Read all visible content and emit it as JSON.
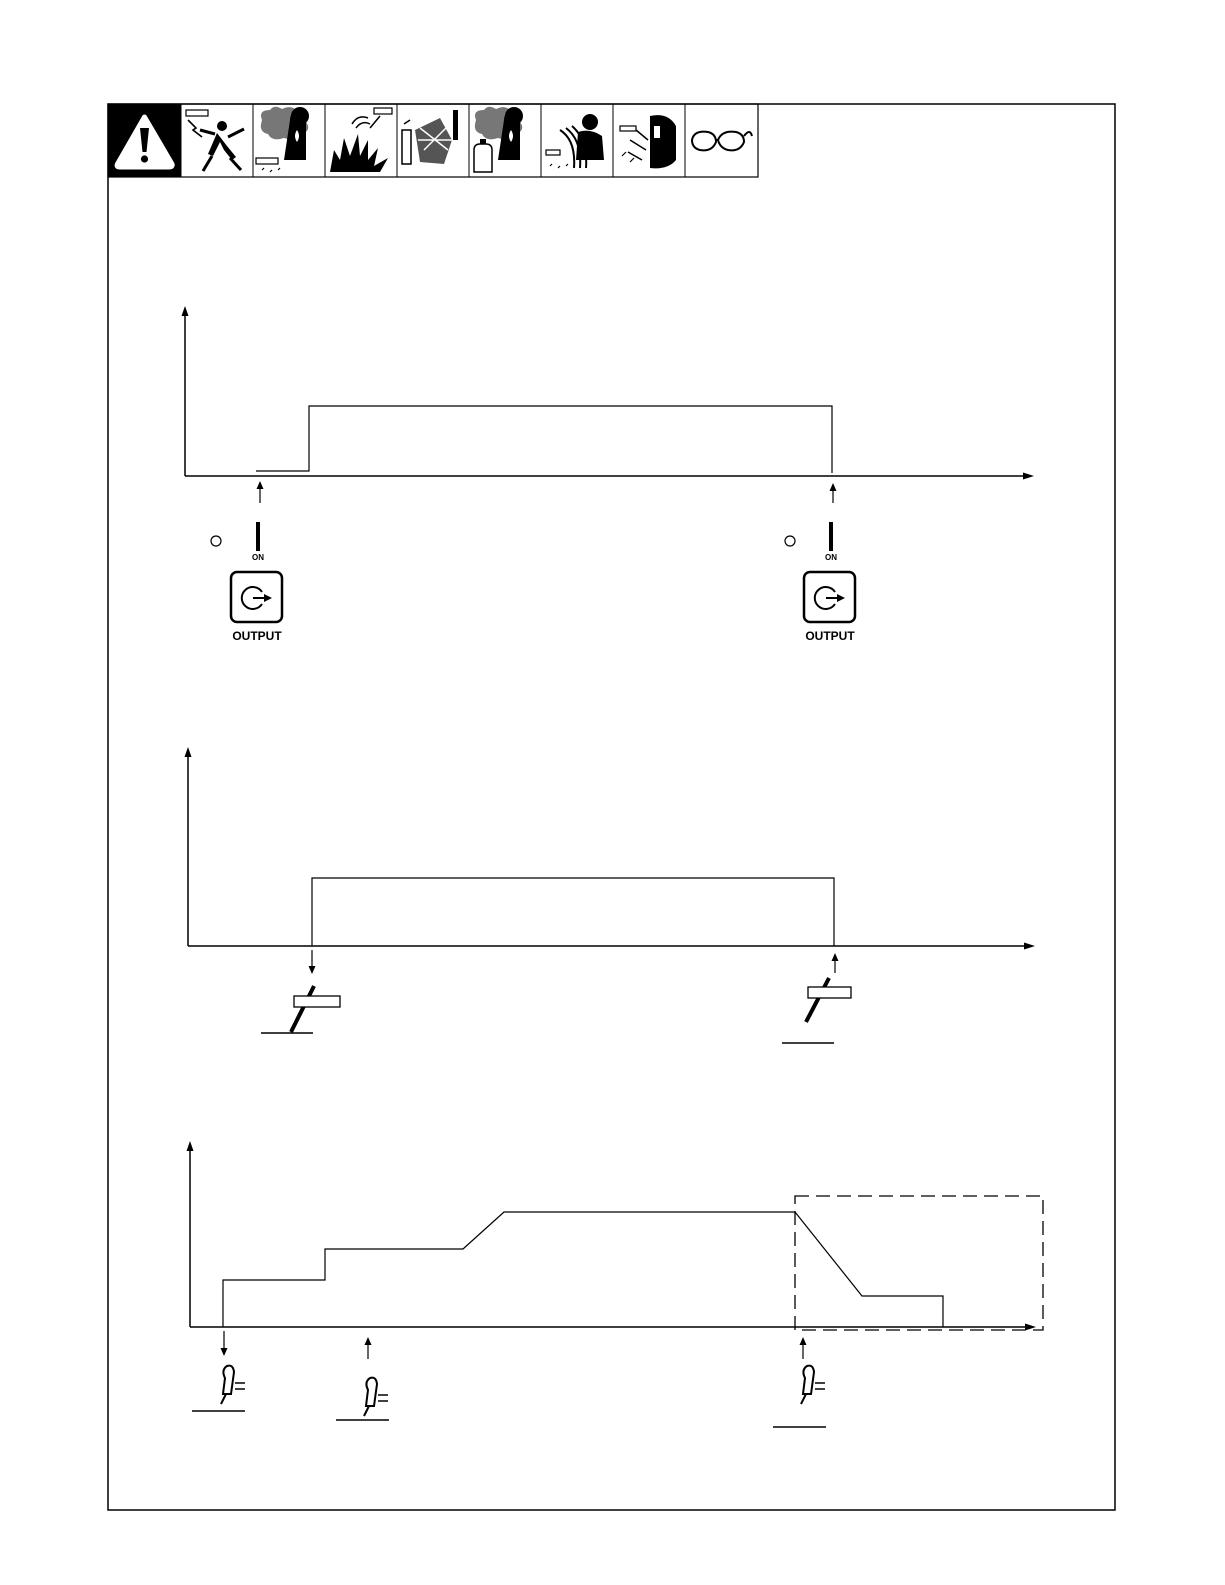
{
  "warning_banner": {
    "icons": [
      "warning-triangle-icon",
      "electric-shock-icon",
      "fumes-and-gases-icon",
      "explosion-icon",
      "cylinder-explosion-icon",
      "cylinder-fumes-icon",
      "magnetic-field-icon",
      "arc-rays-helmet-icon",
      "safety-glasses-icon"
    ]
  },
  "diagram_1": {
    "switch_left": {
      "on_label": "ON",
      "button_label": "OUTPUT",
      "button_icon": "output-power-icon"
    },
    "switch_right": {
      "on_label": "ON",
      "button_label": "OUTPUT",
      "button_icon": "output-power-icon"
    }
  },
  "diagram_2": {
    "left_icon": "electrode-touch-icon",
    "right_icon": "electrode-lift-icon"
  },
  "diagram_3": {
    "icons": [
      "torch-start-icon",
      "torch-trigger-icon",
      "torch-stop-icon"
    ]
  }
}
